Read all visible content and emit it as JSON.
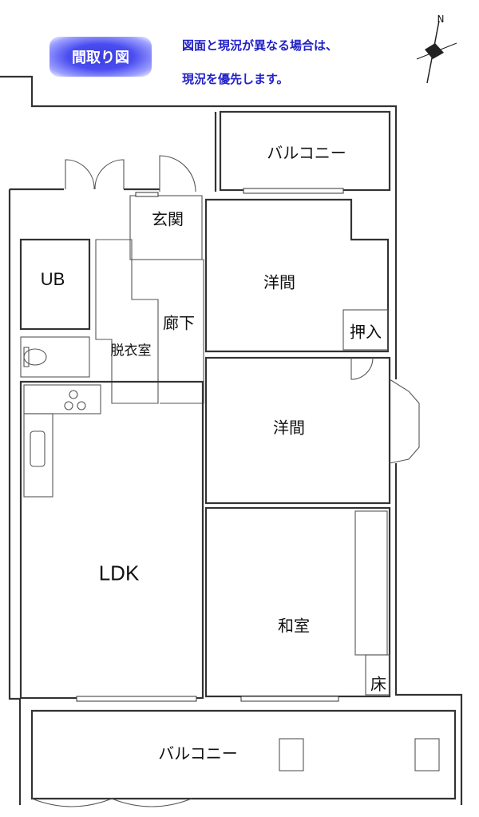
{
  "title_badge": "間取り図",
  "notice": {
    "line1": "図面と現況が異なる場合は、",
    "line2": "現況を優先します。"
  },
  "compass": {
    "label": "N",
    "icon": "compass-rose-icon"
  },
  "rooms": {
    "balcony_top": "バルコニー",
    "entrance": "玄関",
    "western_room_1": "洋間",
    "unit_bath": "UB",
    "corridor": "廊下",
    "closet": "押入",
    "dressing_room": "脱衣室",
    "western_room_2": "洋間",
    "ldk": "LDK",
    "japanese_room": "和室",
    "alcove": "床",
    "balcony_bottom": "バルコニー"
  },
  "colors": {
    "badge": "#3a3ce0",
    "notice_text": "#2222c8",
    "walls": "#333333"
  }
}
